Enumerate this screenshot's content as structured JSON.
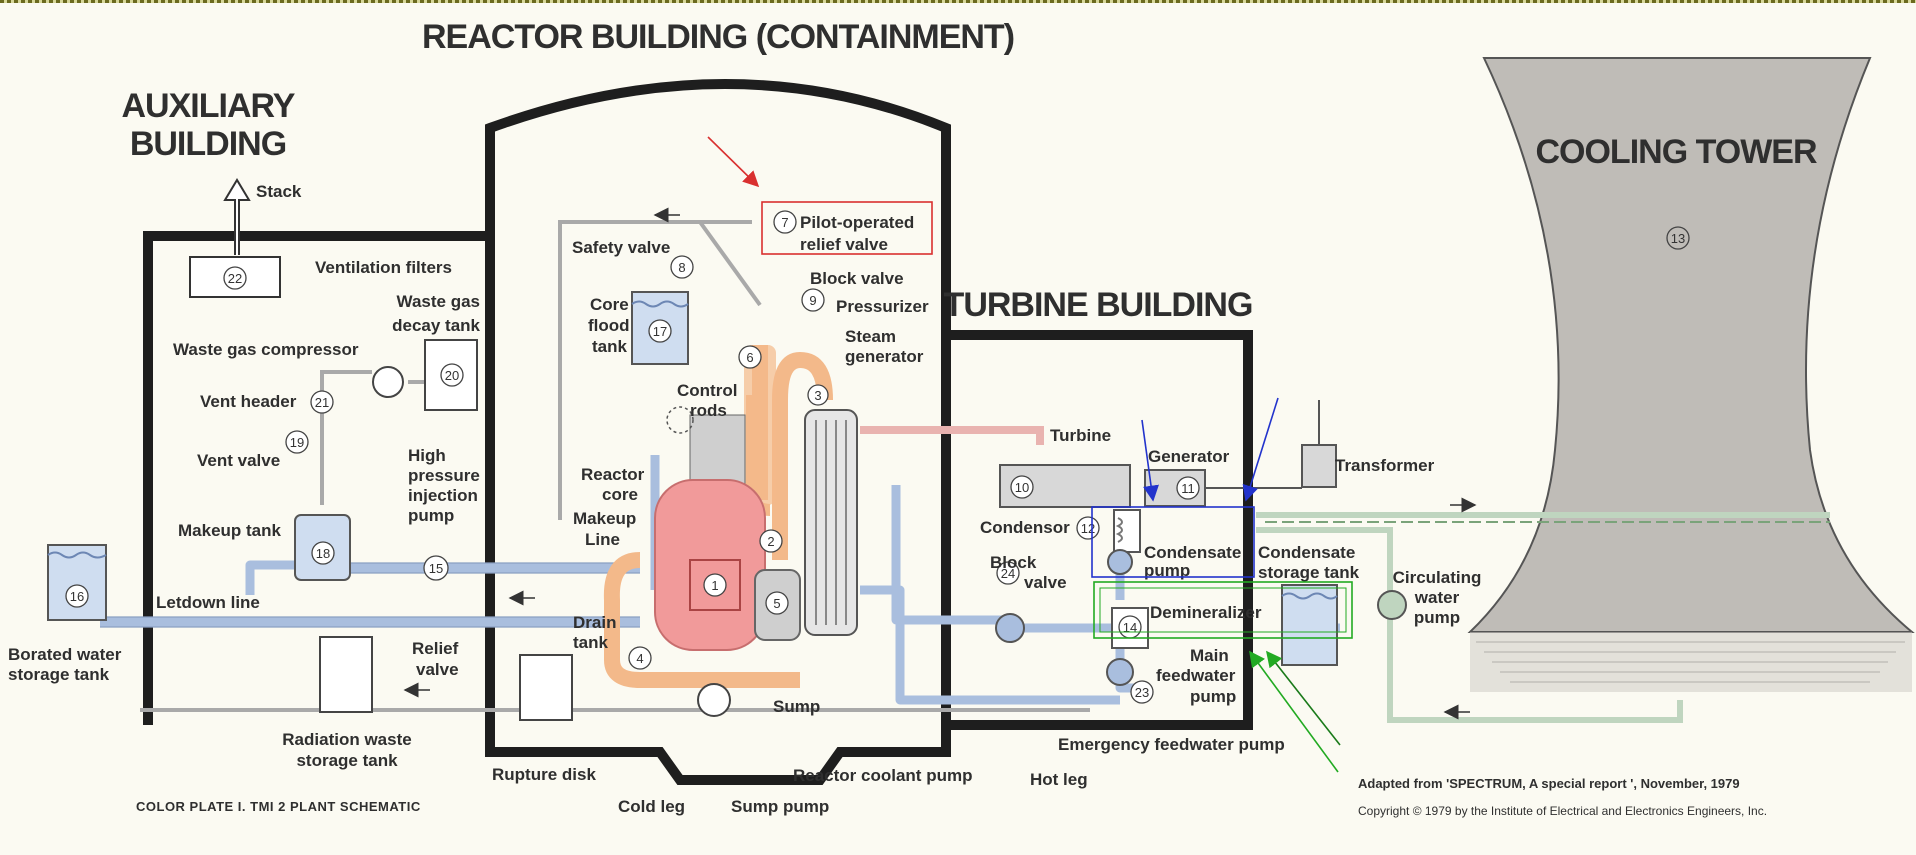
{
  "titles": {
    "reactor_building": "REACTOR BUILDING (CONTAINMENT)",
    "auxiliary_line1": "AUXILIARY",
    "auxiliary_line2": "BUILDING",
    "turbine_building": "TURBINE BUILDING",
    "cooling_tower": "COOLING TOWER"
  },
  "labels": {
    "stack": "Stack",
    "ventilation_filters": "Ventilation filters",
    "waste_gas_decay_1": "Waste gas",
    "waste_gas_decay_2": "decay tank",
    "waste_gas_compressor": "Waste gas compressor",
    "vent_header": "Vent header",
    "vent_valve": "Vent valve",
    "hpi_1": "High",
    "hpi_2": "pressure",
    "hpi_3": "injection",
    "hpi_4": "pump",
    "makeup_tank": "Makeup tank",
    "makeup_line_1": "Makeup",
    "makeup_line_2": "Line",
    "letdown_line": "Letdown line",
    "borated_1": "Borated water",
    "borated_2": "storage tank",
    "relief_valve_1": "Relief",
    "relief_valve_2": "valve",
    "drain_tank_1": "Drain",
    "drain_tank_2": "tank",
    "radwaste_1": "Radiation waste",
    "radwaste_2": "storage tank",
    "rupture_disk": "Rupture disk",
    "cold_leg": "Cold leg",
    "sump_pump": "Sump pump",
    "sump": "Sump",
    "reactor_coolant_pump": "Reactor coolant pump",
    "hot_leg": "Hot leg",
    "safety_valve": "Safety valve",
    "porv_1": "Pilot-operated",
    "porv_2": "relief valve",
    "block_valve": "Block valve",
    "pressurizer": "Pressurizer",
    "steam_gen_1": "Steam",
    "steam_gen_2": "generator",
    "core_flood_1": "Core",
    "core_flood_2": "flood",
    "core_flood_3": "tank",
    "control_rods_1": "Control",
    "control_rods_2": "rods",
    "reactor_core_1": "Reactor",
    "reactor_core_2": "core",
    "turbine": "Turbine",
    "generator": "Generator",
    "transformer": "Transformer",
    "condensor": "Condensor",
    "condensate_pump_1": "Condensate",
    "condensate_pump_2": "pump",
    "condensate_storage_1": "Condensate",
    "condensate_storage_2": "storage tank",
    "block_valve_2_1": "Block",
    "block_valve_2_2": "valve",
    "demineralizer": "Demineralizer",
    "main_fw_1": "Main",
    "main_fw_2": "feedwater",
    "main_fw_3": "pump",
    "emergency_fw_pump": "Emergency feedwater pump",
    "circ_water_1": "Circulating",
    "circ_water_2": "water",
    "circ_water_3": "pump",
    "plate_caption": "COLOR PLATE I.  TMI 2  PLANT SCHEMATIC",
    "adapted_from": "Adapted from 'SPECTRUM, A special report ', November, 1979",
    "copyright": "Copyright  ©  1979 by the Institute of Electrical and Electronics Engineers, Inc."
  },
  "numbers": {
    "n1": "1",
    "n2": "2",
    "n3": "3",
    "n4": "4",
    "n5": "5",
    "n6": "6",
    "n7": "7",
    "n8": "8",
    "n9": "9",
    "n10": "10",
    "n11": "11",
    "n12": "12",
    "n13": "13",
    "n14": "14",
    "n15": "15",
    "n16": "16",
    "n17": "17",
    "n18": "18",
    "n19": "19",
    "n20": "20",
    "n21": "21",
    "n22": "22",
    "n23": "23",
    "n24": "24"
  },
  "colors": {
    "building_wall": "#1e1e1e",
    "pipe_blue": "#a9bede",
    "pipe_orange": "#f3b98a",
    "core_red": "#f19a9a",
    "cooling_tower": "#bfbcb7",
    "annotation_red": "#d93030",
    "annotation_blue": "#2233cc",
    "annotation_green": "#22aa22"
  }
}
